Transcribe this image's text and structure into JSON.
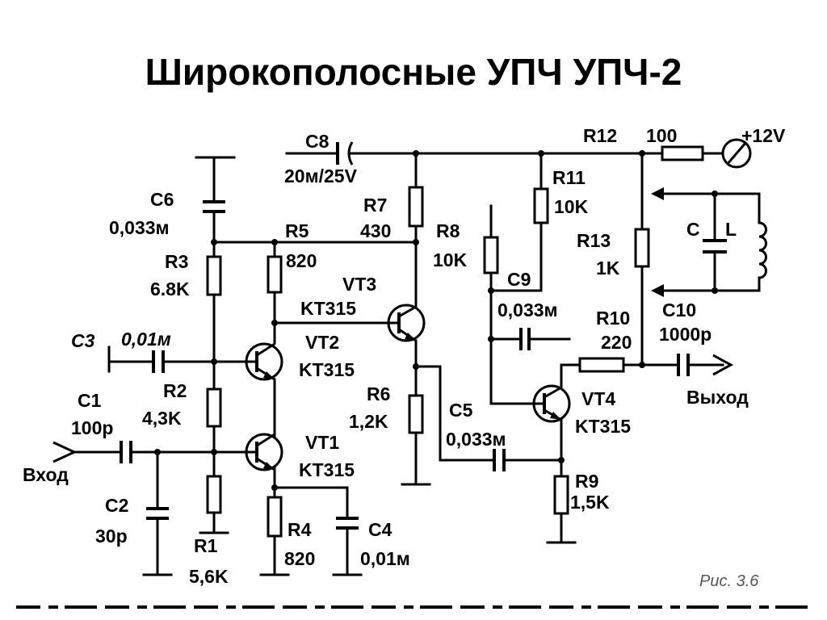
{
  "page": {
    "title": "Широкополосные УПЧ УПЧ-2",
    "figure_label": "Рис. 3.6"
  },
  "power": {
    "label": "+12V"
  },
  "signals": {
    "input_label": "Вход",
    "output_label": "Выход"
  },
  "resistors": {
    "r1": {
      "name": "R1",
      "value": "5,6K"
    },
    "r2": {
      "name": "R2",
      "value": "4,3K"
    },
    "r3": {
      "name": "R3",
      "value": "6.8K"
    },
    "r4": {
      "name": "R4",
      "value": "820"
    },
    "r5": {
      "name": "R5",
      "value": "820"
    },
    "r6": {
      "name": "R6",
      "value": "1,2K"
    },
    "r7": {
      "name": "R7",
      "value": "430"
    },
    "r8": {
      "name": "R8",
      "value": "10K"
    },
    "r9": {
      "name": "R9",
      "value": "1,5K"
    },
    "r10": {
      "name": "R10",
      "value": "220"
    },
    "r11": {
      "name": "R11",
      "value": "10K"
    },
    "r12": {
      "name": "R12",
      "value": "100"
    },
    "r13": {
      "name": "R13",
      "value": "1K"
    }
  },
  "capacitors": {
    "c1": {
      "name": "C1",
      "value": "100p"
    },
    "c2": {
      "name": "C2",
      "value": "30p"
    },
    "c3": {
      "name": "C3",
      "value": "0,01м"
    },
    "c4": {
      "name": "C4",
      "value": "0,01м"
    },
    "c5": {
      "name": "C5",
      "value": "0,033м"
    },
    "c6": {
      "name": "C6",
      "value": "0,033м"
    },
    "c8": {
      "name": "C8",
      "value": "20м/25V"
    },
    "c9": {
      "name": "C9",
      "value": "0,033м"
    },
    "c10": {
      "name": "C10",
      "value": "1000p"
    }
  },
  "transistors": {
    "vt1": {
      "name": "VT1",
      "type": "KT315"
    },
    "vt2": {
      "name": "VT2",
      "type": "KT315"
    },
    "vt3": {
      "name": "VT3",
      "type": "KT315"
    },
    "vt4": {
      "name": "VT4",
      "type": "KT315"
    }
  },
  "tank": {
    "cap_label": "C",
    "coil_label": "L"
  }
}
